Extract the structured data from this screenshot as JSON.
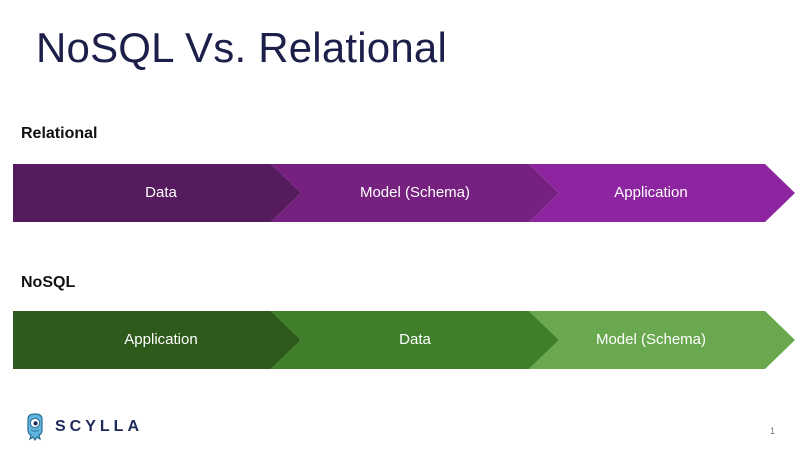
{
  "title": "NoSQL Vs. Relational",
  "relational": {
    "label": "Relational",
    "steps": [
      "Data",
      "Model (Schema)",
      "Application"
    ],
    "colors": [
      "#561a5e",
      "#76207f",
      "#8e25a0"
    ]
  },
  "nosql": {
    "label": "NoSQL",
    "steps": [
      "Application",
      "Data",
      "Model (Schema)"
    ],
    "colors": [
      "#2e5a1c",
      "#3f7f2c",
      "#69a84f"
    ]
  },
  "logo": {
    "text": "SCYLLA",
    "icon": "scylla-monster-icon",
    "accent": "#5fb5dd"
  },
  "page_number": "1"
}
